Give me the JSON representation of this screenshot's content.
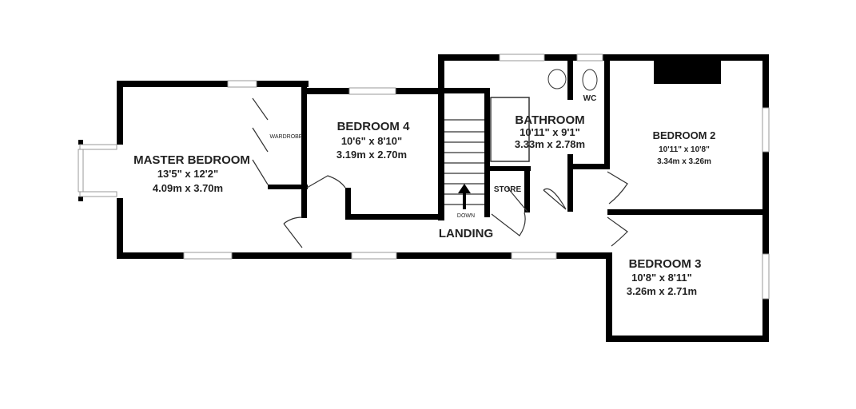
{
  "rooms": {
    "master_bedroom": {
      "name": "MASTER BEDROOM",
      "imperial": "13'5\"  x 12'2\"",
      "metric": "4.09m  x 3.70m"
    },
    "wardrobe": {
      "name": "WARDROBE"
    },
    "bedroom4": {
      "name": "BEDROOM 4",
      "imperial": "10'6\"  x 8'10\"",
      "metric": "3.19m  x 2.70m"
    },
    "bathroom": {
      "name": "BATHROOM",
      "imperial": "10'11\"  x 9'1\"",
      "metric": "3.33m  x 2.78m"
    },
    "wc": {
      "name": "WC"
    },
    "store": {
      "name": "STORE"
    },
    "landing": {
      "name": "LANDING",
      "stairs": "DOWN"
    },
    "bedroom2": {
      "name": "BEDROOM 2",
      "imperial": "10'11\"  x 10'8\"",
      "metric": "3.34m  x 3.26m"
    },
    "bedroom3": {
      "name": "BEDROOM 3",
      "imperial": "10'8\"  x 8'11\"",
      "metric": "3.26m  x 2.71m"
    }
  }
}
